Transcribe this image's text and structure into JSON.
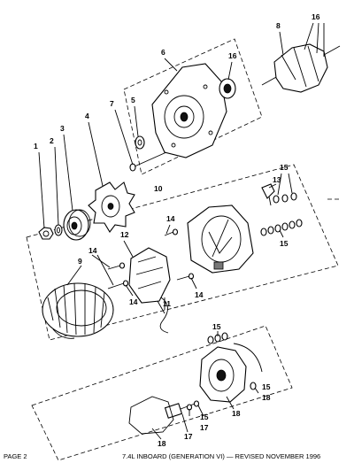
{
  "callouts": [
    "1",
    "2",
    "3",
    "4",
    "5",
    "7",
    "6",
    "8",
    "16",
    "16",
    "10",
    "13",
    "15",
    "14",
    "12",
    "15",
    "14",
    "9",
    "14",
    "11",
    "14",
    "15",
    "18",
    "15",
    "18",
    "17",
    "15",
    "17",
    "18"
  ],
  "footer": {
    "left": "PAGE 2",
    "right": "7.4L INBOARD (GENERATION VI) — REVISED NOVEMBER 1996"
  }
}
